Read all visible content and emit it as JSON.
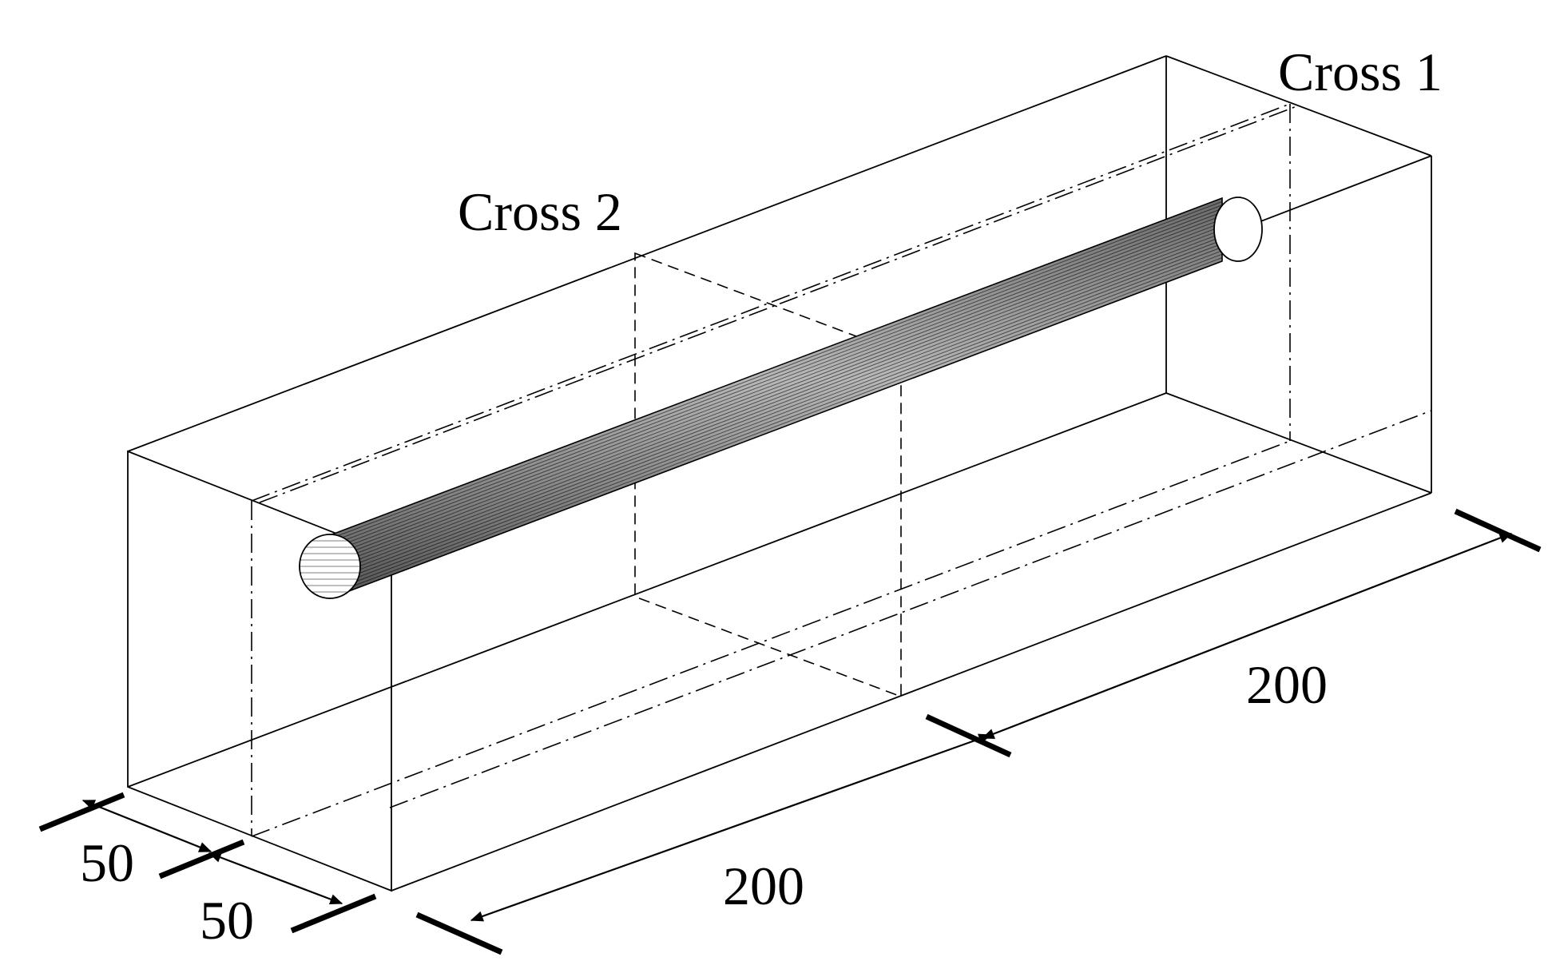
{
  "labels": {
    "cross1": "Cross 1",
    "cross2": "Cross 2"
  },
  "dimensions": {
    "width": "50",
    "height": "50",
    "length_front": "200",
    "length_back": "200"
  },
  "colors": {
    "line": "#000000",
    "background": "#ffffff"
  }
}
